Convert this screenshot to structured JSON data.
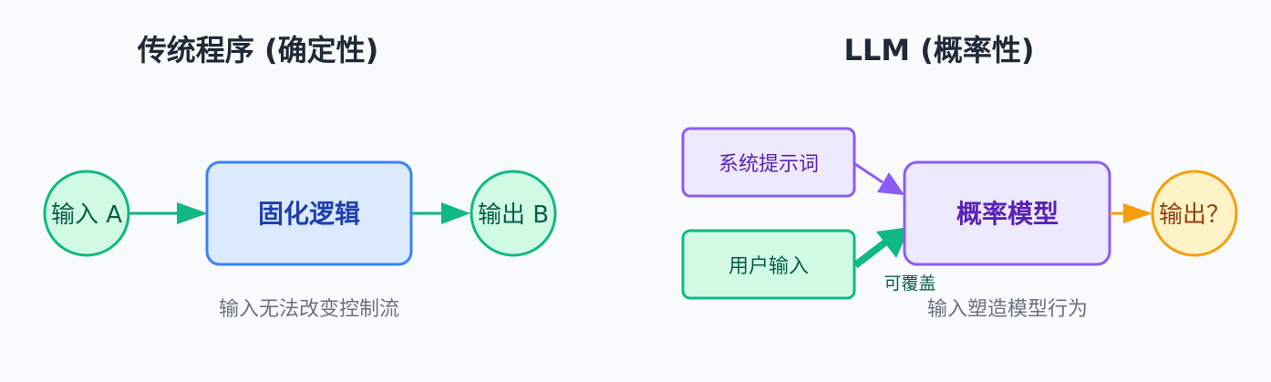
{
  "traditional": {
    "title": "传统程序 (确定性)",
    "input_label": "输入 A",
    "logic_label": "固化逻辑",
    "output_label": "输出 B",
    "caption": "输入无法改变控制流"
  },
  "llm": {
    "title": "LLM (概率性)",
    "system_prompt_label": "系统提示词",
    "user_input_label": "用户输入",
    "model_label": "概率模型",
    "output_label": "输出？",
    "override_note": "可覆盖",
    "caption": "输入塑造模型行为"
  },
  "colors": {
    "background": "#f8fafc",
    "heading": "#1f2937",
    "caption": "#6b7280",
    "green": "#10b981",
    "green_fill": "#d1fae5",
    "green_text": "#065f46",
    "blue": "#3b82f6",
    "blue_fill": "#dbeafe",
    "blue_text": "#1e40af",
    "purple": "#8b5cf6",
    "purple_fill": "#ede9fe",
    "purple_text": "#5b21b6",
    "orange": "#f59e0b",
    "orange_fill": "#fef3c7",
    "orange_text": "#92400e"
  }
}
